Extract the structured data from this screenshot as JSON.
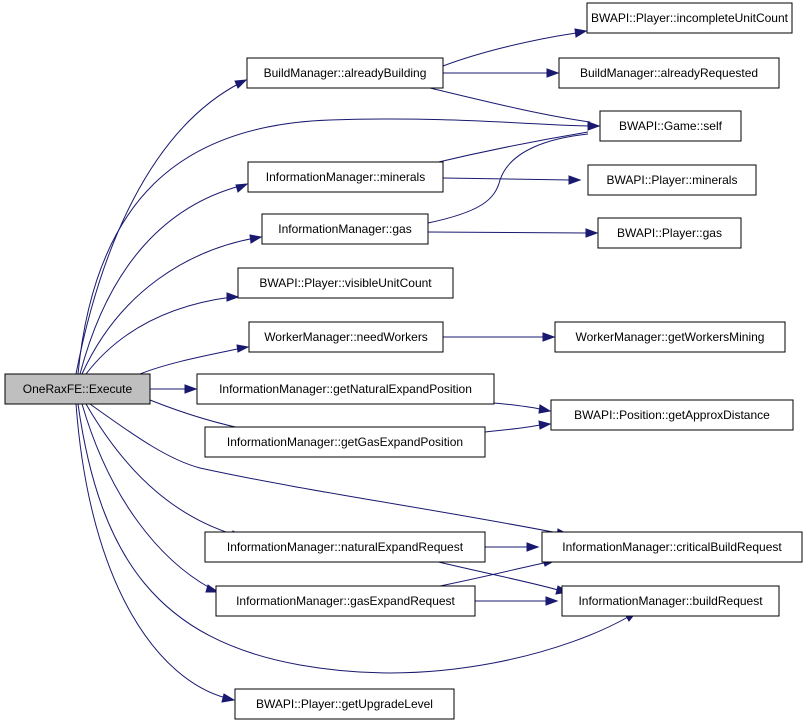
{
  "colors": {
    "edge": "#191970",
    "root_fill": "#bfbfbf",
    "node_fill": "#ffffff",
    "border": "#000000"
  },
  "nodes": {
    "root": "OneRaxFE::Execute",
    "already_building": "BuildManager::alreadyBuilding",
    "incomplete_unit_count": "BWAPI::Player::incompleteUnitCount",
    "already_requested": "BuildManager::alreadyRequested",
    "game_self": "BWAPI::Game::self",
    "im_minerals": "InformationManager::minerals",
    "player_minerals": "BWAPI::Player::minerals",
    "im_gas": "InformationManager::gas",
    "player_gas": "BWAPI::Player::gas",
    "visible_unit_count": "BWAPI::Player::visibleUnitCount",
    "need_workers": "WorkerManager::needWorkers",
    "get_workers_mining": "WorkerManager::getWorkersMining",
    "get_natural_expand_position": "InformationManager::getNaturalExpandPosition",
    "get_approx_distance": "BWAPI::Position::getApproxDistance",
    "get_gas_expand_position": "InformationManager::getGasExpandPosition",
    "critical_build_request": "InformationManager::criticalBuildRequest",
    "natural_expand_request": "InformationManager::naturalExpandRequest",
    "gas_expand_request": "InformationManager::gasExpandRequest",
    "build_request": "InformationManager::buildRequest",
    "get_upgrade_level": "BWAPI::Player::getUpgradeLevel"
  }
}
